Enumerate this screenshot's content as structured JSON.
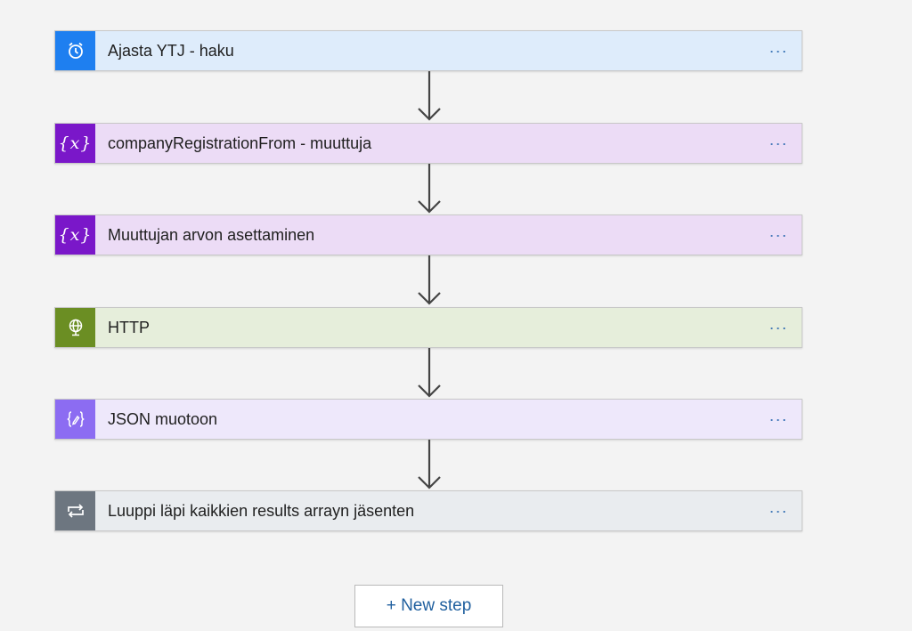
{
  "steps": [
    {
      "label": "Ajasta YTJ - haku",
      "icon": "alarm-clock-icon",
      "icon_bg": "#1e7ff0",
      "body_bg": "#deecfb",
      "more": "···"
    },
    {
      "label": "companyRegistrationFrom - muuttuja",
      "icon": "variable-icon",
      "icon_text": "{x}",
      "icon_bg": "#7a17c9",
      "body_bg": "#ecdcf6",
      "more": "···"
    },
    {
      "label": "Muuttujan arvon asettaminen",
      "icon": "variable-icon",
      "icon_text": "{x}",
      "icon_bg": "#7a17c9",
      "body_bg": "#ecdcf6",
      "more": "···"
    },
    {
      "label": "HTTP",
      "icon": "globe-icon",
      "icon_bg": "#6b8e23",
      "body_bg": "#e6eedb",
      "more": "···"
    },
    {
      "label": "JSON muotoon",
      "icon": "data-operation-icon",
      "icon_bg": "#8c6cf2",
      "body_bg": "#eee8fb",
      "more": "···"
    },
    {
      "label": "Luuppi läpi kaikkien results arrayn jäsenten",
      "icon": "loop-icon",
      "icon_bg": "#6d7680",
      "body_bg": "#e9ecef",
      "more": "···"
    }
  ],
  "new_step_label": "+ New step",
  "colors": {
    "arrow": "#444444",
    "more_dots": "#2d6ab0",
    "new_step_text": "#1f5f9e"
  }
}
